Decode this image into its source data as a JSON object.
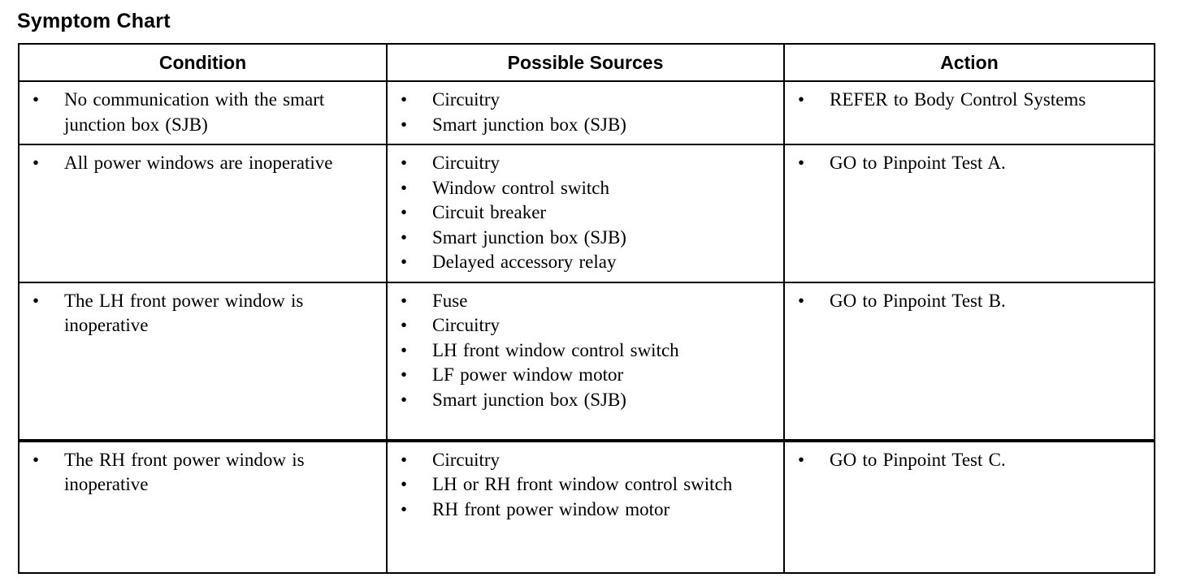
{
  "document": {
    "title": "Symptom Chart",
    "bullet_glyph": "•"
  },
  "table": {
    "headers": {
      "condition": "Condition",
      "sources": "Possible Sources",
      "action": "Action"
    },
    "rows": [
      {
        "condition": [
          "No communication with the smart junction box (SJB)"
        ],
        "sources": [
          "Circuitry",
          "Smart junction box (SJB)"
        ],
        "action": [
          "REFER to Body Control Systems"
        ]
      },
      {
        "condition": [
          "All power windows are inoperative"
        ],
        "sources": [
          "Circuitry",
          "Window control switch",
          "Circuit breaker",
          "Smart junction box (SJB)",
          "Delayed accessory relay"
        ],
        "action": [
          "GO to Pinpoint Test A."
        ]
      },
      {
        "condition": [
          "The LH front power window is inoperative"
        ],
        "sources": [
          "Fuse",
          "Circuitry",
          "LH front window control switch",
          "LF power window motor",
          "Smart junction box (SJB)"
        ],
        "action": [
          "GO to Pinpoint Test B."
        ]
      },
      {
        "condition": [
          "The RH front power window is inoperative"
        ],
        "sources": [
          "Circuitry",
          "LH or RH front window control switch",
          "RH front power window motor"
        ],
        "action": [
          "GO to Pinpoint Test C."
        ]
      }
    ]
  },
  "colors": {
    "text": "#000000",
    "background": "#ffffff",
    "border": "#000000"
  }
}
